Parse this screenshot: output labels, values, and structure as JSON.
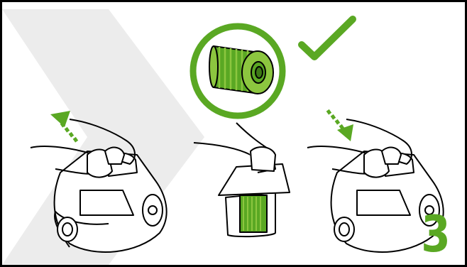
{
  "step": {
    "number": "3"
  },
  "colors": {
    "accent": "#5aa823",
    "accent_light": "#8cc63f",
    "arrow_bg": "#ececec",
    "stroke": "#000000"
  },
  "icons": [
    "filter-icon",
    "checkmark-icon",
    "arrow-up-icon",
    "arrow-down-icon"
  ],
  "panels": [
    {
      "name": "lift-handle",
      "icon": "arrow-up-icon"
    },
    {
      "name": "remove-filter",
      "icon": "filter-icon"
    },
    {
      "name": "replace-handle",
      "icon": "arrow-down-icon"
    }
  ]
}
